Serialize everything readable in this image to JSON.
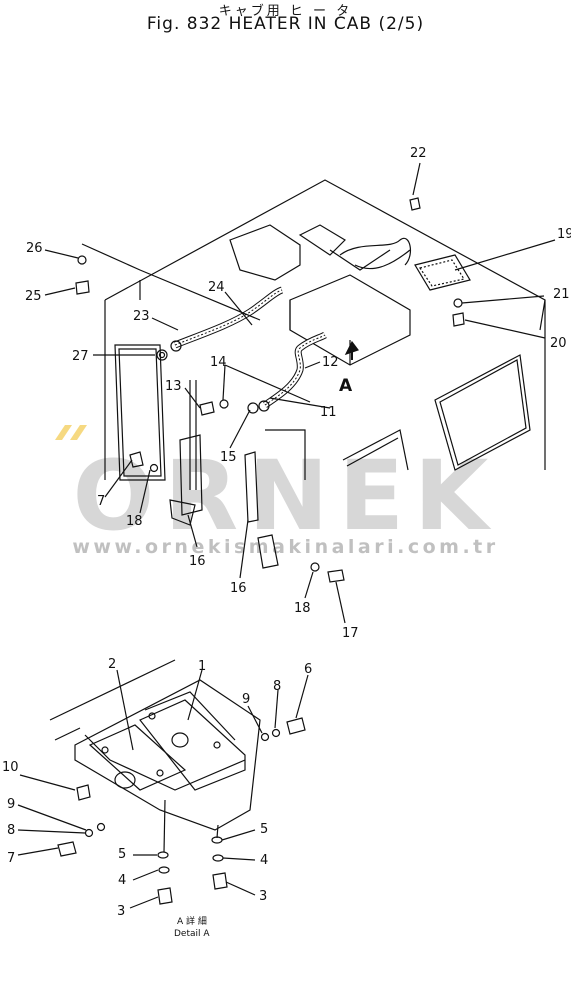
{
  "header": {
    "japanese_title": "キャブ用 ヒ ー タ",
    "title": "Fig. 832  HEATER IN CAB (2/5)"
  },
  "watermark": {
    "logo": "ORNEK",
    "url": "www.ornekismakinalari.com.tr",
    "color": "#a0a0a0",
    "accent_color": "#f0c040"
  },
  "callouts_top": [
    "22",
    "19",
    "21",
    "20",
    "26",
    "25",
    "24",
    "23",
    "27",
    "14",
    "12",
    "13",
    "A",
    "11",
    "15",
    "7",
    "18",
    "16",
    "16",
    "18",
    "17"
  ],
  "callouts_detail": [
    "2",
    "1",
    "6",
    "8",
    "9",
    "10",
    "9",
    "8",
    "7",
    "5",
    "5",
    "4",
    "4",
    "3",
    "3"
  ],
  "detail": {
    "caption_jp": "A 詳 細",
    "caption": "Detail A"
  }
}
